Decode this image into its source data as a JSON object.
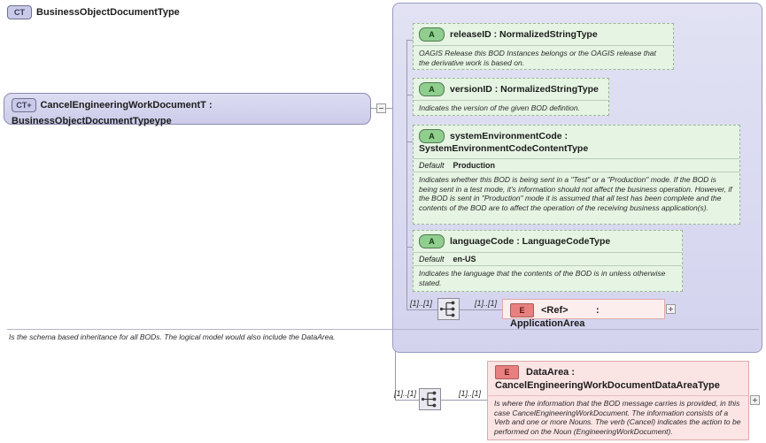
{
  "diagram": {
    "type": "xsd-schema-diagram",
    "colors": {
      "complexType_fill": "#d3d3ee",
      "complexType_border": "#9a9ac0",
      "attribute_fill": "#e6f5e3",
      "attribute_border": "#9ab49a",
      "element_fill": "#fbe4e4",
      "element_border": "#ddaaaa",
      "connector": "#9a9aae",
      "canvas": "#ffffff"
    }
  },
  "root_element": {
    "icon": "complex-type-icon",
    "icon_label": "CT",
    "icon_expander": "+",
    "label": "CancelEngineeringWorkDocumentT : BusinessObjectDocumentTypeype",
    "collapse_toggle": "minus-box"
  },
  "complex_type": {
    "icon": "complex-type-icon",
    "icon_label": "CT",
    "title": "BusinessObjectDocumentType",
    "footer_note": "Is the schema based inheritance for all BODs. The logical model would also include the DataArea.",
    "attributes": [
      {
        "icon": "attribute-icon",
        "icon_label": "A",
        "name": "releaseID",
        "separator": ":",
        "type": "NormalizedStringType",
        "header": "releaseID : NormalizedStringType",
        "default_label": null,
        "default_value": null,
        "documentation": "OAGIS Release this BOD Instances belongs or the OAGIS release that the derivative work is based on."
      },
      {
        "icon": "attribute-icon",
        "icon_label": "A",
        "name": "versionID",
        "separator": ":",
        "type": "NormalizedStringType",
        "header": "versionID : NormalizedStringType",
        "default_label": null,
        "default_value": null,
        "documentation": "Indicates the version of the given BOD defintion."
      },
      {
        "icon": "attribute-icon",
        "icon_label": "A",
        "name": "systemEnvironmentCode",
        "separator": ":",
        "type": "SystemEnvironmentCodeContentType",
        "header": "systemEnvironmentCode : SystemEnvironmentCodeContentType",
        "default_label": "Default",
        "default_value": "Production",
        "documentation": "Indicates whether this BOD is being sent in a \"Test\" or a \"Production\" mode. If the BOD is being sent in a test mode, it's information should not affect the business operation. However, if the BOD is sent in \"Production\" mode it is assumed that all test has been complete and the contents of the BOD are to affect the operation of the receiving business application(s)."
      },
      {
        "icon": "attribute-icon",
        "icon_label": "A",
        "name": "languageCode",
        "separator": ":",
        "type": "LanguageCodeType",
        "header": "languageCode : LanguageCodeType",
        "default_label": "Default",
        "default_value": "en-US",
        "documentation": "Indicates the language that the contents of the BOD is in unless otherwise stated."
      }
    ],
    "sequence": {
      "icon": "sequence-compositor-icon",
      "cardinality_left": "[1]..[1]",
      "cardinality_right": "[1]..[1]"
    },
    "child_element": {
      "icon": "element-icon",
      "icon_label": "E",
      "ref_marker": "<Ref>",
      "separator": ":",
      "name": "ApplicationArea",
      "expander": "+"
    }
  },
  "data_area": {
    "sequence": {
      "icon": "sequence-compositor-icon",
      "cardinality_left": "[1]..[1]",
      "cardinality_right": "[1]..[1]"
    },
    "element": {
      "icon": "element-icon",
      "icon_label": "E",
      "name": "DataArea",
      "separator": ":",
      "type": "CancelEngineeringWorkDocumentDataAreaType",
      "header": "DataArea : CancelEngineeringWorkDocumentDataAreaType",
      "documentation": "Is where the information that the BOD message carries is provided, in this case CancelEngineeringWorkDocument. The information consists of a Verb and one or more Nouns. The verb (Cancel) indicates the action to be performed on the Noun (EngineeringWorkDocument).",
      "expander": "+"
    }
  }
}
